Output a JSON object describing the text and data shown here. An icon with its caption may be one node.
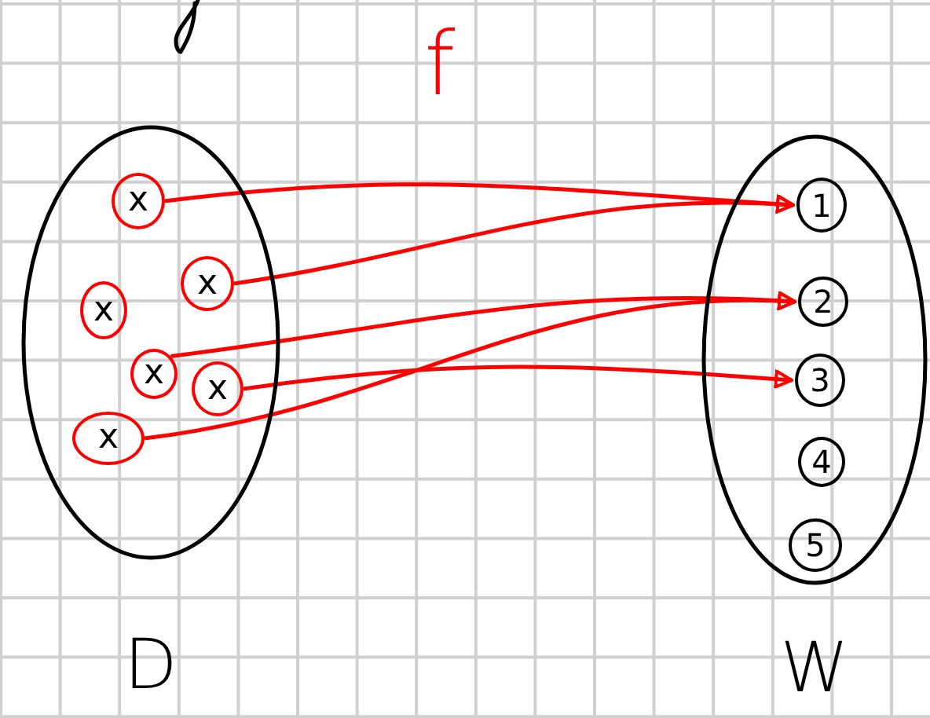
{
  "diagram": {
    "title": "f",
    "nodes": [
      {
        "text": [
          "D"
        ]
      },
      {
        "text": [
          "W"
        ]
      },
      {
        "text": [
          "x"
        ],
        "in": 0
      },
      {
        "text": [
          "x"
        ],
        "in": 0
      },
      {
        "text": [
          "x"
        ],
        "in": 0
      },
      {
        "text": [
          "x"
        ],
        "in": 0
      },
      {
        "text": [
          "x"
        ],
        "in": 0
      },
      {
        "text": [
          "x"
        ],
        "in": 0
      },
      {
        "text": [
          "1"
        ],
        "in": 1
      },
      {
        "text": [
          "2"
        ],
        "in": 1
      },
      {
        "text": [
          "3"
        ],
        "in": 1
      },
      {
        "text": [
          "4"
        ],
        "in": 1
      },
      {
        "text": [
          "5"
        ],
        "in": 1
      }
    ],
    "edges": [
      {
        "from": 2,
        "to": 8,
        "arrow": "to"
      },
      {
        "from": 3,
        "to": 8,
        "arrow": "to"
      },
      {
        "from": 5,
        "to": 9,
        "arrow": "to"
      },
      {
        "from": 6,
        "to": 10,
        "arrow": "to"
      },
      {
        "from": 7,
        "to": 9,
        "arrow": "to"
      }
    ]
  }
}
